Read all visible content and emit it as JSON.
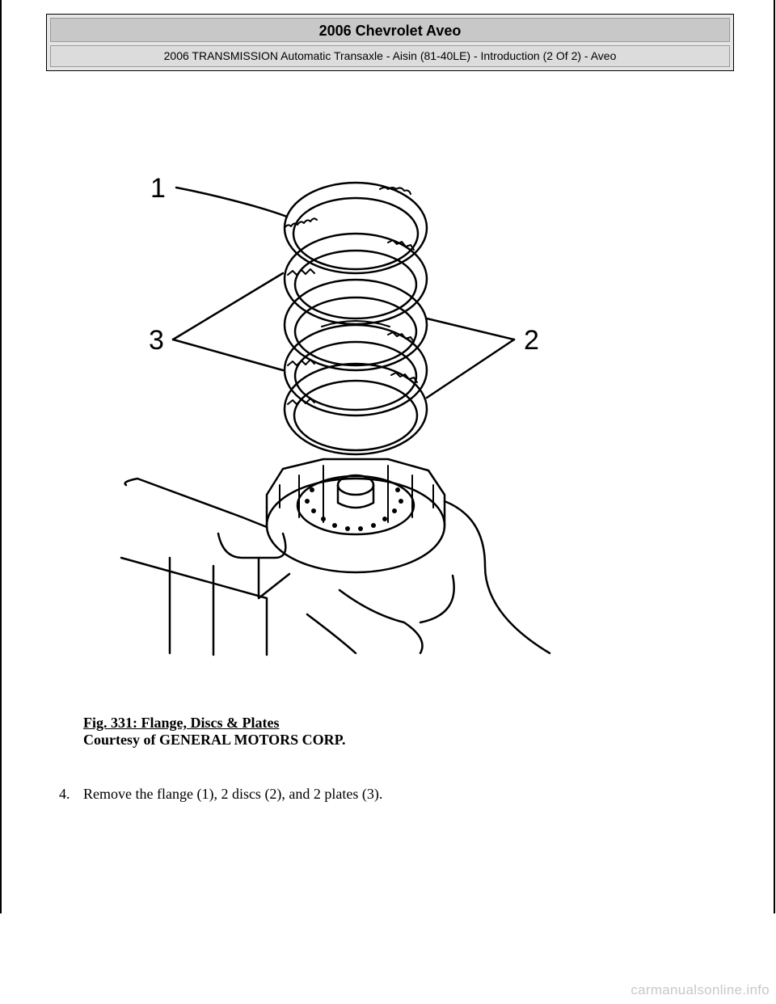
{
  "header": {
    "title": "2006 Chevrolet Aveo",
    "subtitle": "2006 TRANSMISSION Automatic Transaxle - Aisin (81-40LE) - Introduction (2 Of 2) - Aveo"
  },
  "figure": {
    "callouts": [
      "1",
      "2",
      "3"
    ]
  },
  "caption": {
    "title": "Fig. 331: Flange, Discs & Plates",
    "credit": "Courtesy of GENERAL MOTORS CORP."
  },
  "step": {
    "number": "4.",
    "text": "Remove the flange (1), 2 discs (2), and 2 plates (3)."
  },
  "watermark": "carmanualsonline.info"
}
